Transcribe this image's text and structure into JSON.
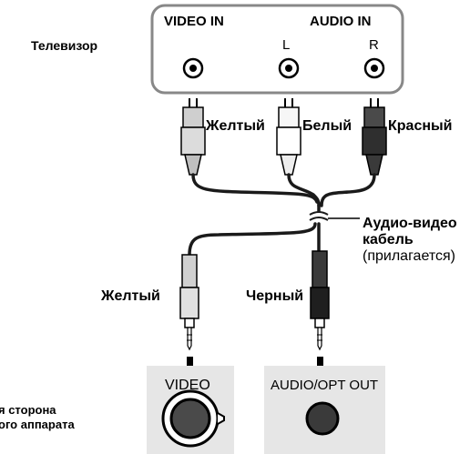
{
  "tv": {
    "label": "Телевизор",
    "video_in": "VIDEO IN",
    "audio_in": "AUDIO IN",
    "l": "L",
    "r": "R"
  },
  "plugs": {
    "yellow": "Желтый",
    "white": "Белый",
    "red": "Красный"
  },
  "cable": {
    "title_line1": "Аудио-видео",
    "title_line2": "кабель",
    "note": "(прилагается)"
  },
  "jacks": {
    "yellow": "Желтый",
    "black": "Черный"
  },
  "ports": {
    "video": "VIDEO",
    "audio_opt_out": "AUDIO/OPT OUT"
  },
  "device": {
    "line1": "я сторона",
    "line2": "ого аппарата"
  },
  "colors": {
    "yellow_plug": "#d9d9d9",
    "white_plug": "#f2f2f2",
    "red_plug": "#3a3a3a",
    "cable": "#1a1a1a",
    "port_panel": "#e6e6e6",
    "tv_border": "#888888"
  }
}
